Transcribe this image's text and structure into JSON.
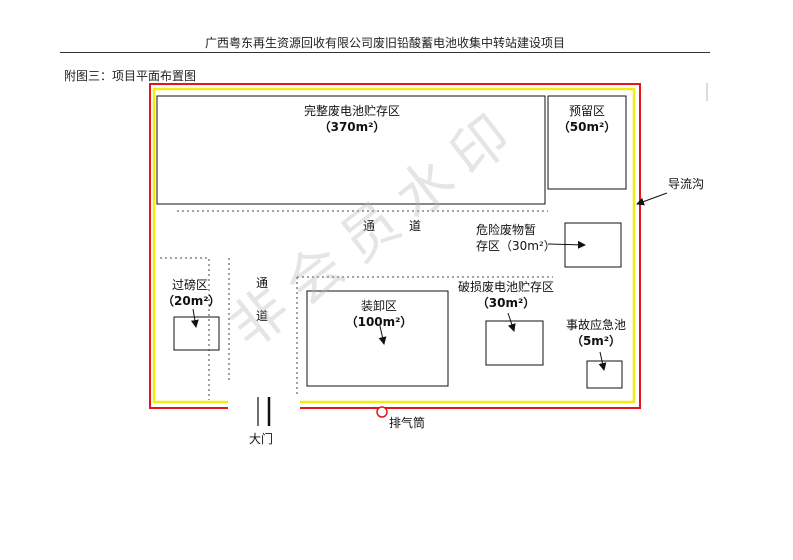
{
  "header": {
    "title": "广西粤东再生资源回收有限公司废旧铅酸蓄电池收集中转站建设项目"
  },
  "subtitle": "附图三：项目平面布置图",
  "zones": {
    "battery_storage": {
      "name": "完整废电池贮存区",
      "area": "（370m²）"
    },
    "reserve": {
      "name": "预留区",
      "area": "（50m²）"
    },
    "hazard_temp_line1": "危险废物暂",
    "hazard_temp_line2": "存区（30m²）",
    "scale": {
      "name": "过磅区",
      "area": "（20m²）"
    },
    "loading": {
      "name": "装卸区",
      "area": "（100m²）"
    },
    "damaged": {
      "name": "破损废电池贮存区",
      "area": "（30m²）"
    },
    "emergency_pool": {
      "name": "事故应急池",
      "area": "（5m²）"
    }
  },
  "labels": {
    "passage_h1": "通",
    "passage_h2": "道",
    "passage_v1": "通",
    "passage_v2": "道",
    "drain": "导流沟",
    "gate": "大门",
    "exhaust": "排气筒"
  },
  "watermark": "非会员水印",
  "colors": {
    "red": "#e8141c",
    "yellow": "#f2ee12",
    "black": "#111111"
  }
}
